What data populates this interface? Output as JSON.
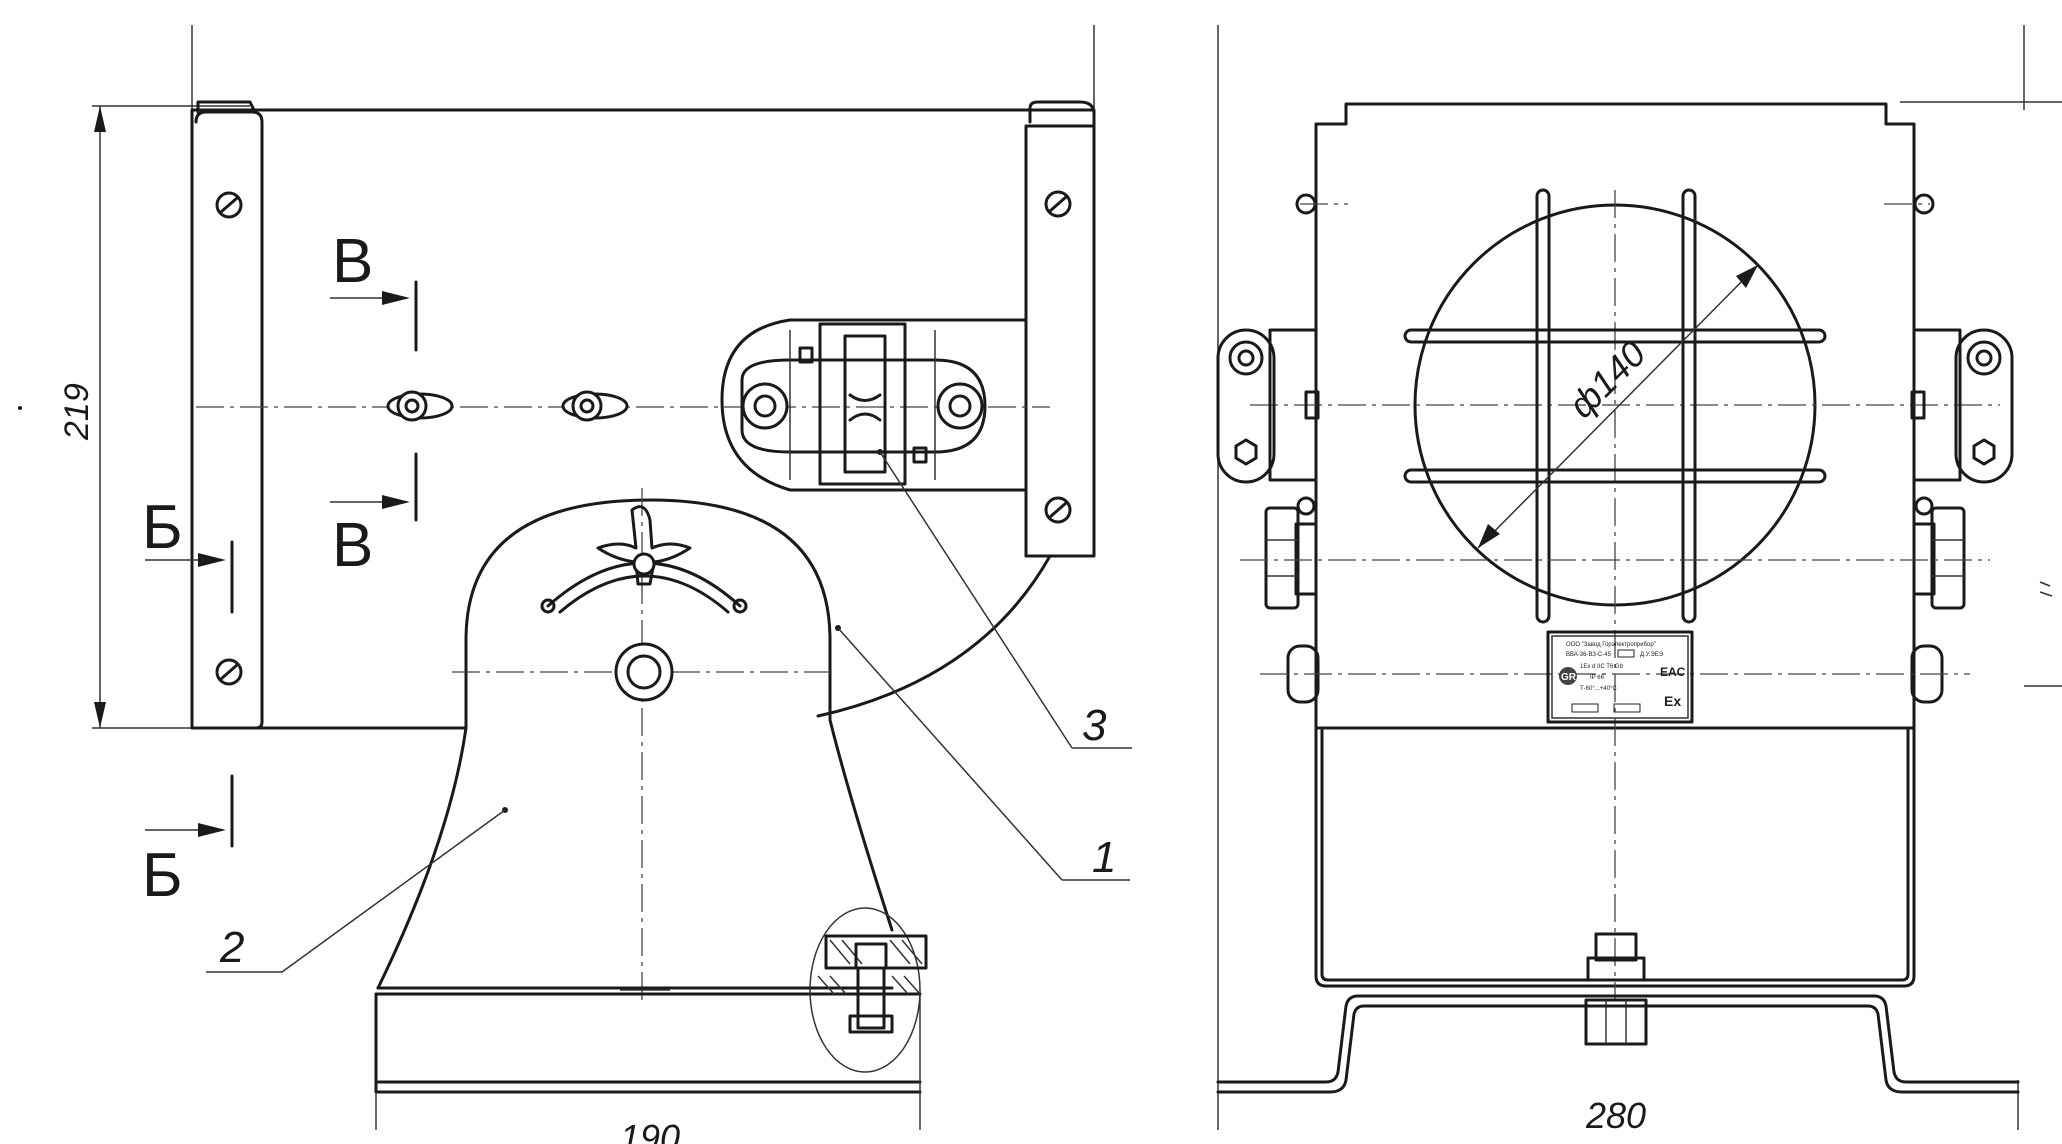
{
  "dimensions": {
    "height_left": "219",
    "width_left": "190",
    "width_right": "280",
    "diameter": "ф140"
  },
  "section_labels": {
    "b_top": "Б",
    "b_bottom": "Б",
    "v_top": "В",
    "v_bottom": "В"
  },
  "callouts": {
    "c1": "1",
    "c2": "2",
    "c3": "3"
  },
  "nameplate": {
    "line1": "ООО \"Завод Горэлектроприбор\"",
    "line2": "ВВА-36-ВЗ-С-45",
    "line3": "Д.У.ЭЕЭ",
    "line4": "1Ex d IIC T6 Gb",
    "line5": "IP 66",
    "line6": "Т-60°...+40°С",
    "mark_ce": "EAC",
    "mark_ex": "Ex",
    "logo": "GR"
  }
}
